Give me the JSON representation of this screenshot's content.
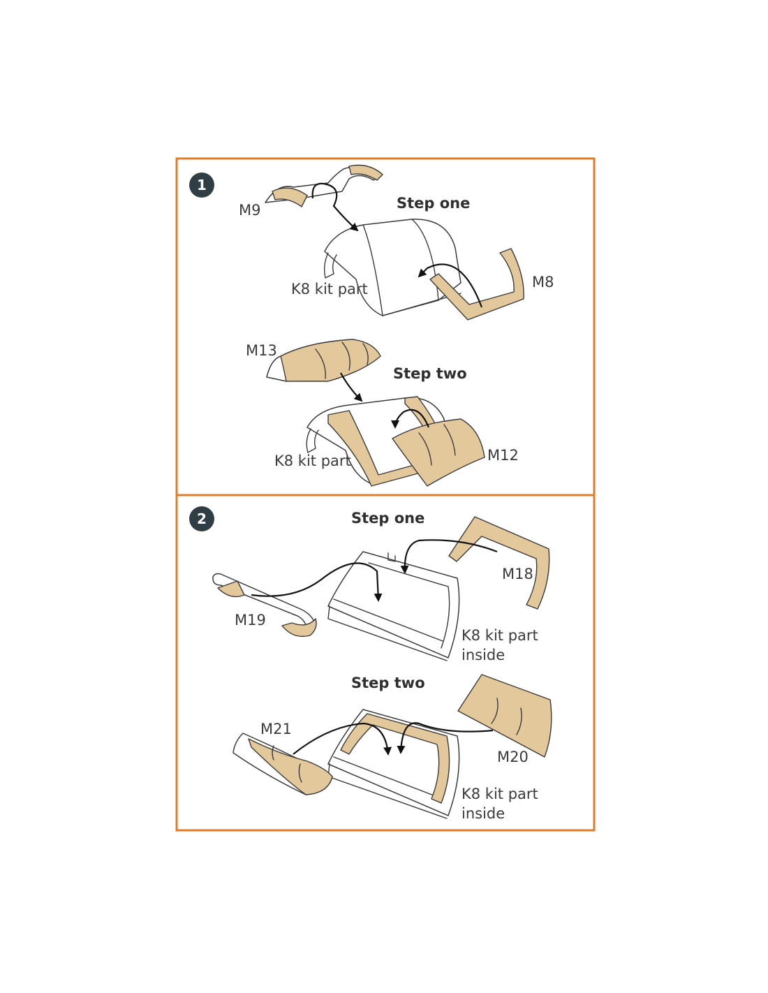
{
  "colors": {
    "frame": "#e07b2a",
    "mask": "#e3c89c",
    "badge": "#2f3e45",
    "arrow": "#111111",
    "outline": "#3a3a3a"
  },
  "icons": {
    "badge": "numbered-circle-badge",
    "arrow": "curved-arrow"
  },
  "panels": [
    {
      "number": "1",
      "steps": [
        {
          "title": "Step one",
          "labels": {
            "masks": [
              "M9",
              "M8"
            ],
            "part": "K8 kit part"
          }
        },
        {
          "title": "Step two",
          "labels": {
            "masks": [
              "M13",
              "M12"
            ],
            "part": "K8 kit part"
          }
        }
      ]
    },
    {
      "number": "2",
      "steps": [
        {
          "title": "Step one",
          "labels": {
            "masks": [
              "M18",
              "M19"
            ],
            "part_line1": "K8 kit part",
            "part_line2": "inside"
          }
        },
        {
          "title": "Step two",
          "labels": {
            "masks": [
              "M21",
              "M20"
            ],
            "part_line1": "K8 kit part",
            "part_line2": "inside"
          }
        }
      ]
    }
  ]
}
